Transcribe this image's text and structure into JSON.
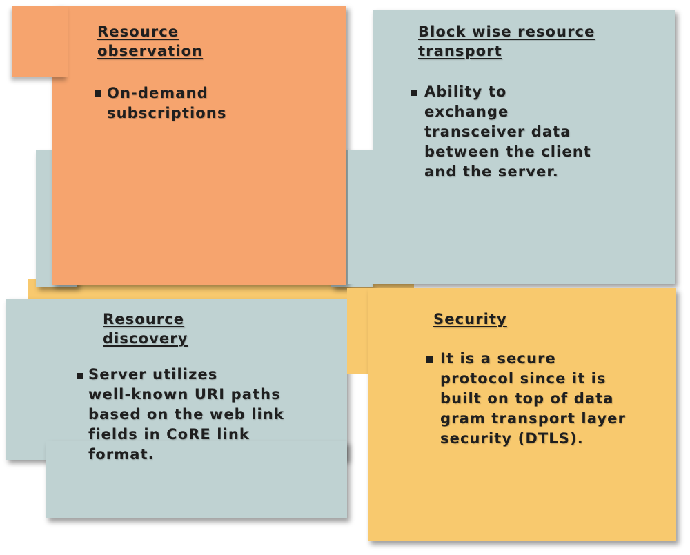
{
  "colors": {
    "orange": "#f6a46e",
    "blue": "#bfd2d2",
    "yellow": "#f8c96e"
  },
  "quadrants": [
    {
      "id": "resource-observation",
      "color": "orange",
      "title_line1": "Resource",
      "title_line2": "observation",
      "bullet_lines": [
        "On-demand",
        "subscriptions"
      ]
    },
    {
      "id": "block-wise-resource-transport",
      "color": "blue",
      "title_line1": "Block wise resource",
      "title_line2": "transport",
      "bullet_lines": [
        "Ability to",
        "exchange",
        "transceiver data",
        "between the client",
        "and the server."
      ]
    },
    {
      "id": "resource-discovery",
      "color": "blue",
      "title_line1": "Resource",
      "title_line2": "discovery",
      "bullet_lines": [
        "Server utilizes",
        "well-known URI paths",
        "based on the web link",
        "fields in CoRE link",
        "format."
      ]
    },
    {
      "id": "security",
      "color": "yellow",
      "title_line1": "Security",
      "title_line2": "",
      "bullet_lines": [
        "It is a secure",
        "protocol since it is",
        "built on top of data",
        "gram transport layer",
        "security (DTLS)."
      ]
    }
  ]
}
